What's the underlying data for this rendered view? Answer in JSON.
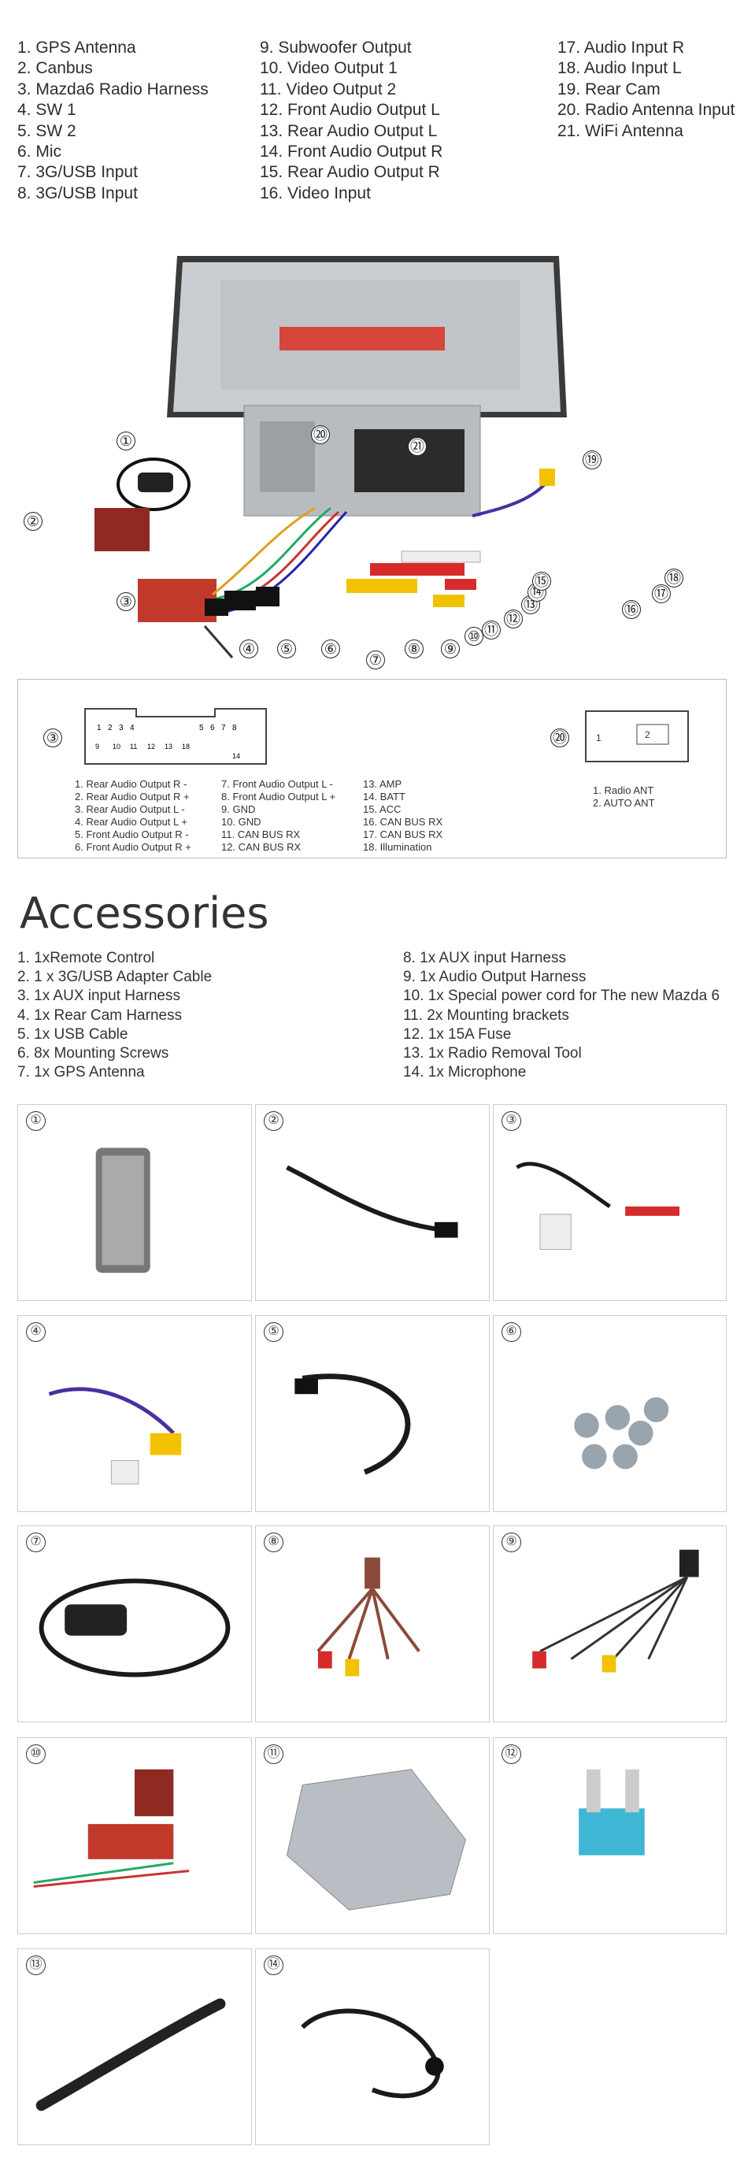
{
  "legend": {
    "col1": [
      "1.  GPS Antenna",
      "2.  Canbus",
      "3.  Mazda6 Radio Harness",
      "4.  SW 1",
      "5.  SW 2",
      "6.  Mic",
      "7.  3G/USB Input",
      "8.  3G/USB Input"
    ],
    "col2": [
      "9.  Subwoofer Output",
      "10.  Video Output 1",
      "11.  Video Output 2",
      "12.  Front Audio Output L",
      "13.  Rear Audio Output L",
      "14.  Front Audio Output R",
      "15.  Rear Audio Output R",
      "16.  Video Input"
    ],
    "col3": [
      "17.  Audio Input R",
      "18.  Audio Input L",
      "19.  Rear Cam",
      "20.  Radio Antenna Input",
      "21.  WiFi Antenna"
    ]
  },
  "photo_callouts": [
    "①",
    "②",
    "③",
    "④",
    "⑤",
    "⑥",
    "⑦",
    "⑧",
    "⑨",
    "⑩",
    "⑪",
    "⑫",
    "⑬",
    "⑭",
    "⑮",
    "⑯",
    "⑰",
    "⑱",
    "⑲",
    "⑳",
    "㉑"
  ],
  "connectors": {
    "harness_callout": "③",
    "antenna_callout": "⑳",
    "pin_top": [
      "1",
      "2",
      "3",
      "4",
      "5",
      "6",
      "7",
      "8"
    ],
    "pin_bottom": [
      "9",
      "10",
      "11",
      "12",
      "13",
      "18"
    ],
    "pin_extra": "14",
    "list1": [
      "1. Rear Audio Output R -",
      "2. Rear Audio Output R +",
      "3. Rear Audio Output L -",
      "4. Rear Audio Output L +",
      "5. Front Audio Output R -",
      "6. Front Audio Output R +"
    ],
    "list2": [
      "7. Front Audio Output L -",
      "8. Front Audio Output L +",
      "9. GND",
      "10. GND",
      "11. CAN BUS RX",
      "12. CAN BUS RX"
    ],
    "list3": [
      "13. AMP",
      "14. BATT",
      "15. ACC",
      "16. CAN BUS RX",
      "17. CAN BUS RX",
      "18. Illumination"
    ],
    "antenna_pins": [
      "1",
      "2"
    ],
    "antenna_list": [
      "1. Radio  ANT",
      "2. AUTO ANT"
    ]
  },
  "accessories": {
    "title": "Accessories",
    "col1": [
      "1.  1xRemote Control",
      "2.  1 x 3G/USB Adapter Cable",
      "3.  1x AUX input Harness",
      "4.  1x Rear Cam Harness",
      "5.  1x USB Cable",
      "6.  8x Mounting Screws",
      "7.  1x GPS Antenna"
    ],
    "col2": [
      "8.  1x AUX input Harness",
      "9.  1x Audio Output Harness",
      "10. 1x Special power cord for The new Mazda 6",
      "11. 2x Mounting brackets",
      "12. 1x 15A Fuse",
      "13. 1x Radio Removal Tool",
      "14. 1x Microphone"
    ]
  },
  "grid_numbers": [
    "①",
    "②",
    "③",
    "④",
    "⑤",
    "⑥",
    "⑦",
    "⑧",
    "⑨",
    "⑩",
    "⑪",
    "⑫",
    "⑬",
    "⑭"
  ],
  "colors": {
    "harness_red": "#b0342a",
    "cable_black": "#1a1a1a",
    "chassis_gray": "#c8ccd0",
    "fuse_blue": "#3fb7d4"
  }
}
